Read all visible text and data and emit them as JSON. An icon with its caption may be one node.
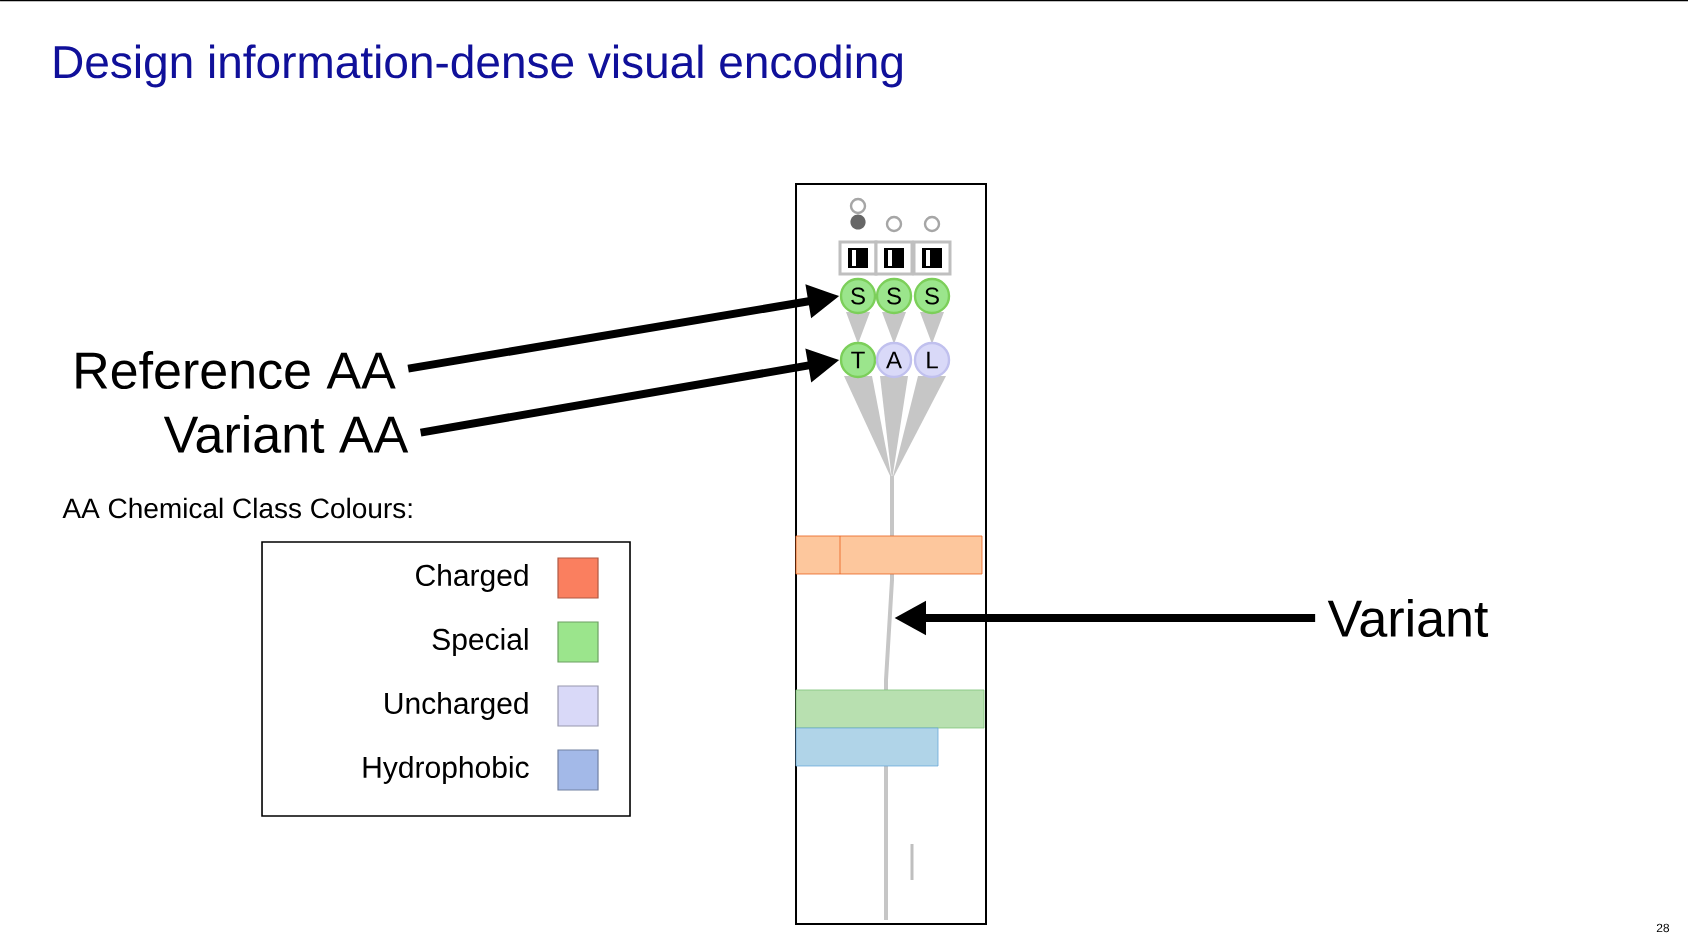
{
  "diagram": {
    "title": "Design information-dense visual encoding",
    "nodes": [
      {
        "text": [
          "Reference AA"
        ]
      },
      {
        "text": [
          "Variant AA"
        ]
      },
      {
        "text": [
          "Variant"
        ]
      },
      {
        "text": [
          "S"
        ]
      },
      {
        "text": [
          "S"
        ]
      },
      {
        "text": [
          "S"
        ]
      },
      {
        "text": [
          "T"
        ]
      },
      {
        "text": [
          "A"
        ]
      },
      {
        "text": [
          "L"
        ]
      }
    ],
    "edges": [
      {
        "from": 0,
        "to": 3,
        "arrow": "to"
      },
      {
        "from": 1,
        "to": 6,
        "arrow": "to"
      },
      {
        "from": 2,
        "to": null,
        "arrow": "to"
      }
    ],
    "labels": [
      "AA Chemical Class Colours:",
      "28"
    ],
    "legend": [
      {
        "text": "Charged",
        "color": "#fa7f5f"
      },
      {
        "text": "Special",
        "color": "#9be58c"
      },
      {
        "text": "Uncharged",
        "color": "#d9d9f8"
      },
      {
        "text": "Hydrophobic",
        "color": "#a3b9e8"
      }
    ]
  }
}
